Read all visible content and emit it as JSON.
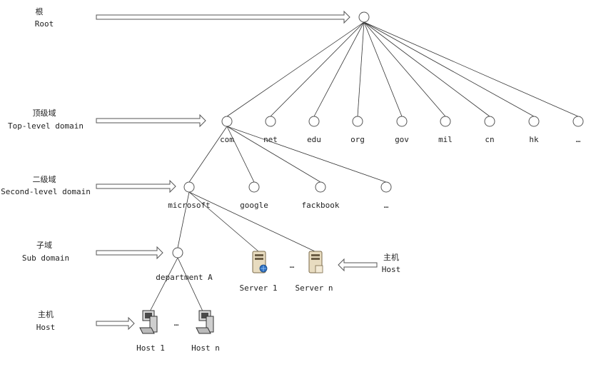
{
  "levels": {
    "root": {
      "zh": "根",
      "en": "Root"
    },
    "tld": {
      "zh": "顶级域",
      "en": "Top-level domain"
    },
    "sld": {
      "zh": "二级域",
      "en": "Second-level domain"
    },
    "sub": {
      "zh": "子域",
      "en": "Sub domain"
    },
    "host": {
      "zh": "主机",
      "en": "Host"
    },
    "server_host": {
      "zh": "主机",
      "en": "Host"
    }
  },
  "tld_nodes": [
    "com",
    "net",
    "edu",
    "org",
    "gov",
    "mil",
    "cn",
    "hk",
    "…"
  ],
  "sld_nodes": [
    "microsoft",
    "google",
    "fackbook",
    "…"
  ],
  "sub_node": "department A",
  "servers": {
    "first": "Server 1",
    "last": "Server n",
    "ellipsis": "…"
  },
  "hosts": {
    "first": "Host 1",
    "last": "Host n",
    "ellipsis": "…"
  }
}
